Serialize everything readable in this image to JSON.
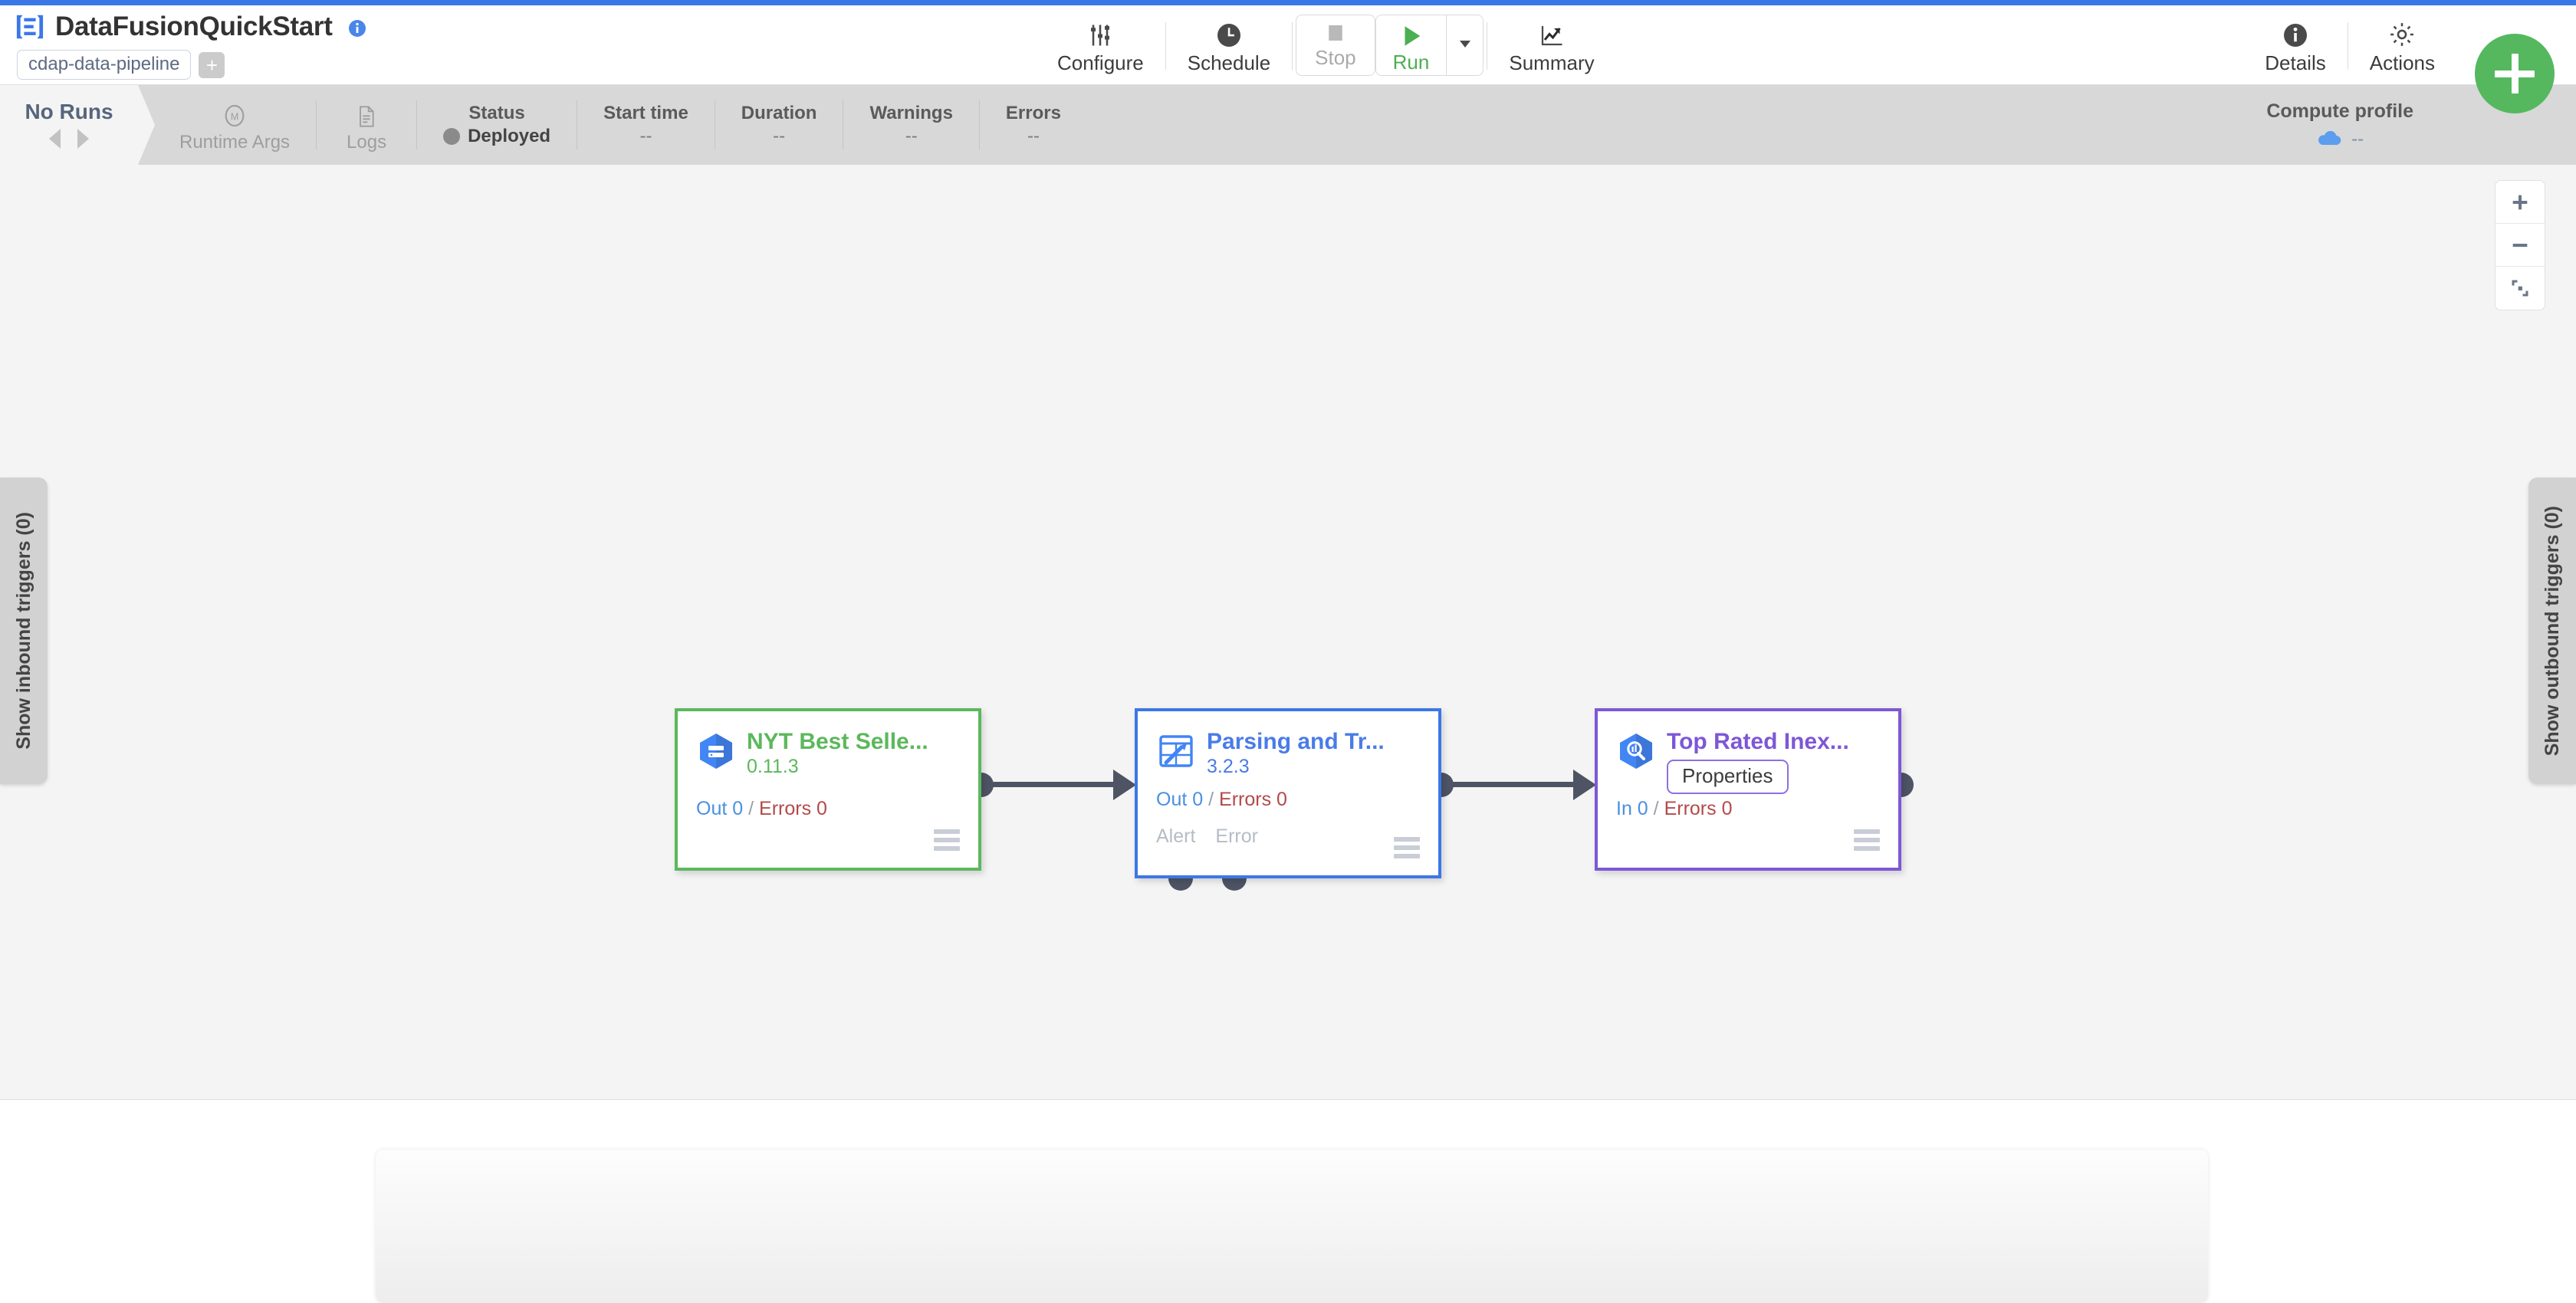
{
  "header": {
    "pipeline_title": "DataFusionQuickStart",
    "info_icon": "info-icon",
    "logo_icon": "cdap-logo-icon",
    "pipeline_type": "cdap-data-pipeline",
    "add_tag_label": "+",
    "toolbar": [
      {
        "label": "Configure",
        "icon": "sliders-icon",
        "state": "enabled"
      },
      {
        "label": "Schedule",
        "icon": "clock-icon",
        "state": "enabled"
      },
      {
        "label": "Stop",
        "icon": "stop-square-icon",
        "state": "disabled"
      },
      {
        "label": "Run",
        "icon": "play-triangle-icon",
        "state": "enabled"
      },
      {
        "label": "Summary",
        "icon": "chart-line-icon",
        "state": "enabled"
      }
    ],
    "run_caret_icon": "caret-down-icon",
    "right_toolbar": [
      {
        "label": "Details",
        "icon": "info-circle-icon"
      },
      {
        "label": "Actions",
        "icon": "gear-icon"
      }
    ],
    "fab_label": "add-pipeline-node"
  },
  "statusbar": {
    "runs_title": "No Runs",
    "prev_icon": "caret-left-icon",
    "next_icon": "caret-right-icon",
    "items": [
      {
        "name": "runtime-args",
        "head": "Runtime Args",
        "icon": "macro-m-icon",
        "value": ""
      },
      {
        "name": "logs",
        "head": "Logs",
        "icon": "document-icon",
        "value": ""
      },
      {
        "name": "status",
        "head": "Status",
        "value": "Deployed",
        "dot": true
      },
      {
        "name": "start-time",
        "head": "Start time",
        "value": "--"
      },
      {
        "name": "duration",
        "head": "Duration",
        "value": "--"
      },
      {
        "name": "warnings",
        "head": "Warnings",
        "value": "--"
      },
      {
        "name": "errors",
        "head": "Errors",
        "value": "--"
      }
    ],
    "compute": {
      "head": "Compute profile",
      "value": "--",
      "icon": "cloud-icon"
    }
  },
  "canvas": {
    "zoom_controls": [
      {
        "name": "zoom-in",
        "glyph": "+"
      },
      {
        "name": "zoom-out",
        "glyph": "-"
      },
      {
        "name": "fit-to-screen",
        "glyph": "fit"
      }
    ],
    "inbound_triggers_label": "Show inbound triggers (0)",
    "outbound_triggers_label": "Show outbound triggers (0)",
    "nodes": [
      {
        "id": "node-nyt-best-sellers",
        "name": "NYT Best Selle...",
        "version": "0.11.3",
        "icon": "bigquery-source-icon",
        "accent": "#5cb85c",
        "metrics": {
          "left_label": "Out 0",
          "sep": "/",
          "right_label": "Errors 0"
        },
        "ports": [],
        "menu_icon": "hamburger-menu-icon"
      },
      {
        "id": "node-parsing-and-transform",
        "name": "Parsing and Tr...",
        "version": "3.2.3",
        "icon": "wrangler-transform-icon",
        "accent": "#3b78e7",
        "metrics": {
          "left_label": "Out 0",
          "sep": "/",
          "right_label": "Errors 0"
        },
        "ports": [
          "Alert",
          "Error"
        ],
        "menu_icon": "hamburger-menu-icon"
      },
      {
        "id": "node-top-rated-inexpensive",
        "name": "Top Rated Inex...",
        "version": "",
        "properties_button": "Properties",
        "icon": "bigquery-sink-icon",
        "accent": "#7e57d6",
        "metrics": {
          "left_label": "In 0",
          "sep": "/",
          "right_label": "Errors 0"
        },
        "ports": [],
        "menu_icon": "hamburger-menu-icon"
      }
    ]
  },
  "colors": {
    "accent_blue": "#3b78e7",
    "green": "#5cb85c",
    "purple": "#7e57d6",
    "fab_green": "#55b85e",
    "statusbar_grey": "#d8d8d8",
    "canvas_grey": "#f4f4f4",
    "error_red": "#b34a4a"
  }
}
